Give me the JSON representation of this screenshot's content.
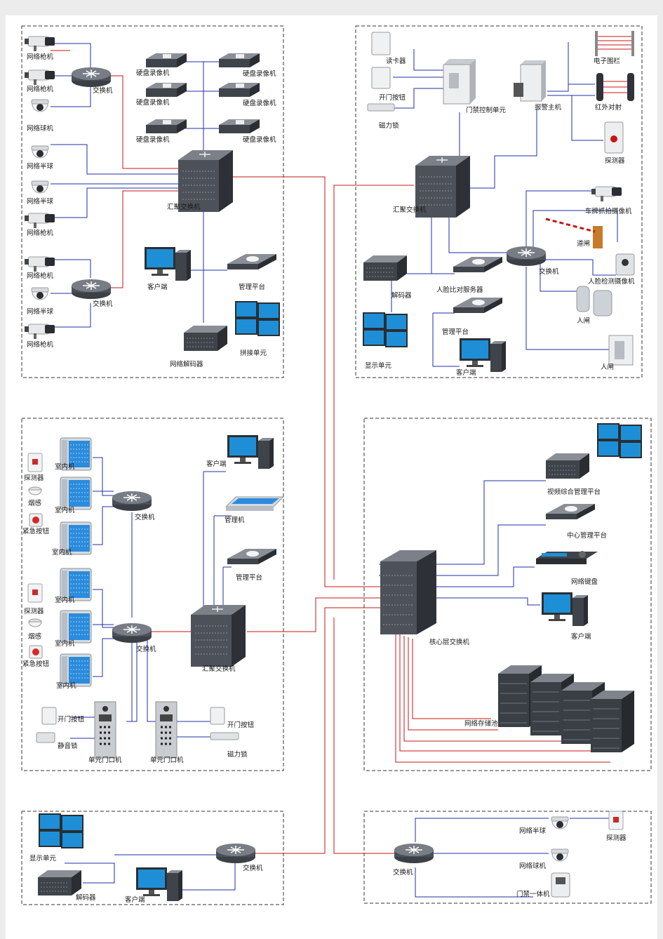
{
  "zones": {
    "video": {
      "cam1": "网络枪机",
      "cam2": "网络枪机",
      "dome1": "网络球机",
      "switch1": "交换机",
      "half1": "网络半球",
      "half2": "网络半球",
      "gun3": "网络枪机",
      "cam4": "网络枪机",
      "half3": "网络半球",
      "gun5": "网络枪机",
      "switch2": "交换机",
      "nvr": [
        "硬盘录像机",
        "硬盘录像机",
        "硬盘录像机",
        "硬盘录像机",
        "硬盘录像机",
        "硬盘录像机"
      ],
      "agg": "汇聚交换机",
      "client": "客户端",
      "mgmt": "管理平台",
      "decoder": "网络解码器",
      "wall": "拼接单元"
    },
    "access": {
      "reader": "读卡器",
      "exit_btn": "开门按钮",
      "maglock": "磁力锁",
      "door_ctrl": "门禁控制单元",
      "alarm_host": "报警主机",
      "fence": "电子围栏",
      "ir": "红外对射",
      "detector": "探测器",
      "agg": "汇聚交换机",
      "decoder": "解码器",
      "display": "显示单元",
      "face_server": "人脸比对服务器",
      "mgmt": "管理平台",
      "client": "客户端",
      "switch": "交换机",
      "lpr_cam": "车牌抓拍摄像机",
      "barrier": "道闸",
      "face_cam": "人脸检测摄像机",
      "gate1": "人闸",
      "gate2": "人闸"
    },
    "intercom": {
      "detector1": "探测器",
      "smoke1": "烟感",
      "panic1": "紧急按钮",
      "indoor": [
        "室内机",
        "室内机",
        "室内机",
        "室内机",
        "室内机",
        "室内机"
      ],
      "switch1": "交换机",
      "detector2": "探测器",
      "smoke2": "烟感",
      "panic2": "紧急按钮",
      "switch2": "交换机",
      "client": "客户端",
      "mgr": "管理机",
      "mgmt": "管理平台",
      "agg": "汇聚交换机",
      "exit_btn1": "开门按钮",
      "lock1": "静音锁",
      "door1": "单元门口机",
      "door2": "单元门口机",
      "exit_btn2": "开门按钮",
      "lock2": "磁力锁"
    },
    "core": {
      "vmp": "视频综合管理平台",
      "center": "中心管理平台",
      "keyboard": "网络键盘",
      "client": "客户端",
      "core_switch": "核心层交换机",
      "storage": "网络存储池"
    },
    "display": {
      "display": "显示单元",
      "switch": "交换机",
      "decoder": "解码器",
      "client": "客户端"
    },
    "remote": {
      "half": "网络半球",
      "detector": "探测器",
      "switch": "交换机",
      "dome": "网络球机",
      "door_unit": "门禁一体机"
    }
  },
  "colors": {
    "link": "#1f2fa8",
    "uplink": "#c81414",
    "zone_border": "#333333",
    "device_dark": "#3c4047",
    "screen": "#1e8fd6"
  }
}
